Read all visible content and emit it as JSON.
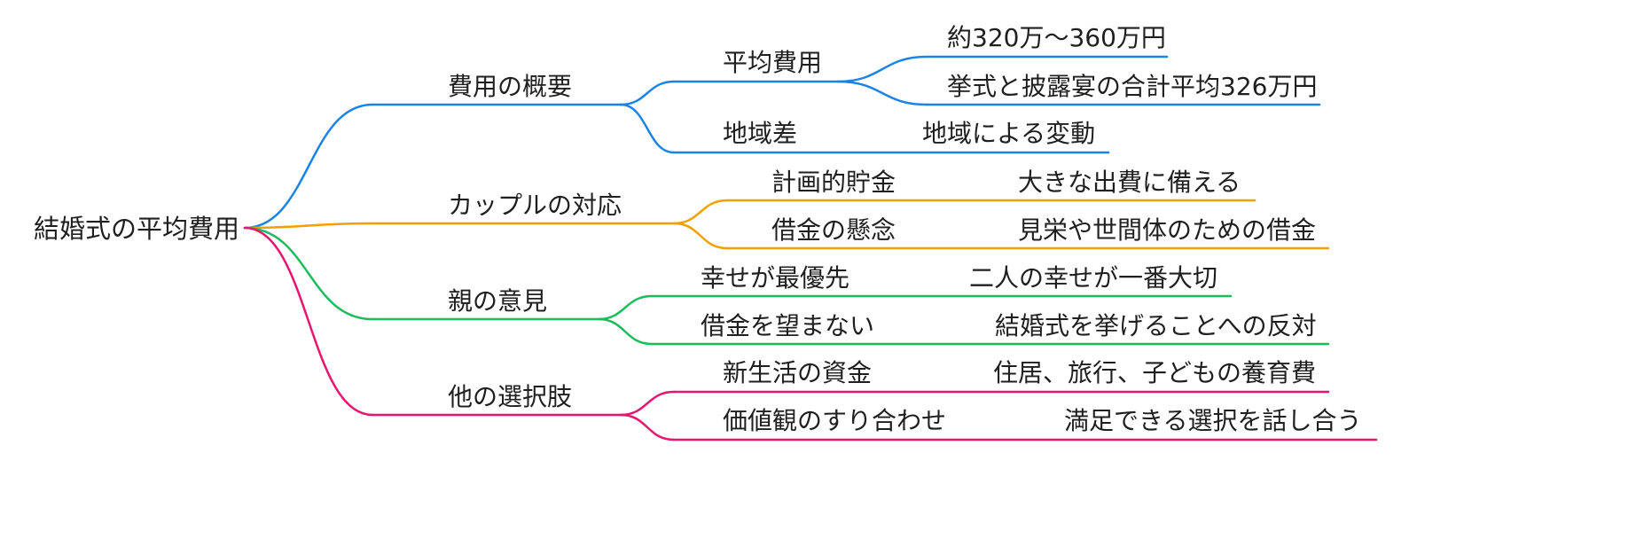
{
  "root": {
    "label": "結婚式の平均費用"
  },
  "colors": {
    "cost": "#1a84e6",
    "response": "#f0a000",
    "parents": "#1cbb5c",
    "alternatives": "#e8156e"
  },
  "branches": [
    {
      "label": "費用の概要",
      "color_key": "cost",
      "children": [
        {
          "label": "平均費用",
          "leaves": [
            "約320万～360万円",
            "挙式と披露宴の合計平均326万円"
          ]
        },
        {
          "label": "地域差",
          "leaves": [
            "地域による変動"
          ]
        }
      ]
    },
    {
      "label": "カップルの対応",
      "color_key": "response",
      "children": [
        {
          "label": "計画的貯金",
          "leaves": [
            "大きな出費に備える"
          ]
        },
        {
          "label": "借金の懸念",
          "leaves": [
            "見栄や世間体のための借金"
          ]
        }
      ]
    },
    {
      "label": "親の意見",
      "color_key": "parents",
      "children": [
        {
          "label": "幸せが最優先",
          "leaves": [
            "二人の幸せが一番大切"
          ]
        },
        {
          "label": "借金を望まない",
          "leaves": [
            "結婚式を挙げることへの反対"
          ]
        }
      ]
    },
    {
      "label": "他の選択肢",
      "color_key": "alternatives",
      "children": [
        {
          "label": "新生活の資金",
          "leaves": [
            "住居、旅行、子どもの養育費"
          ]
        },
        {
          "label": "価値観のすり合わせ",
          "leaves": [
            "満足できる選択を話し合う"
          ]
        }
      ]
    }
  ]
}
